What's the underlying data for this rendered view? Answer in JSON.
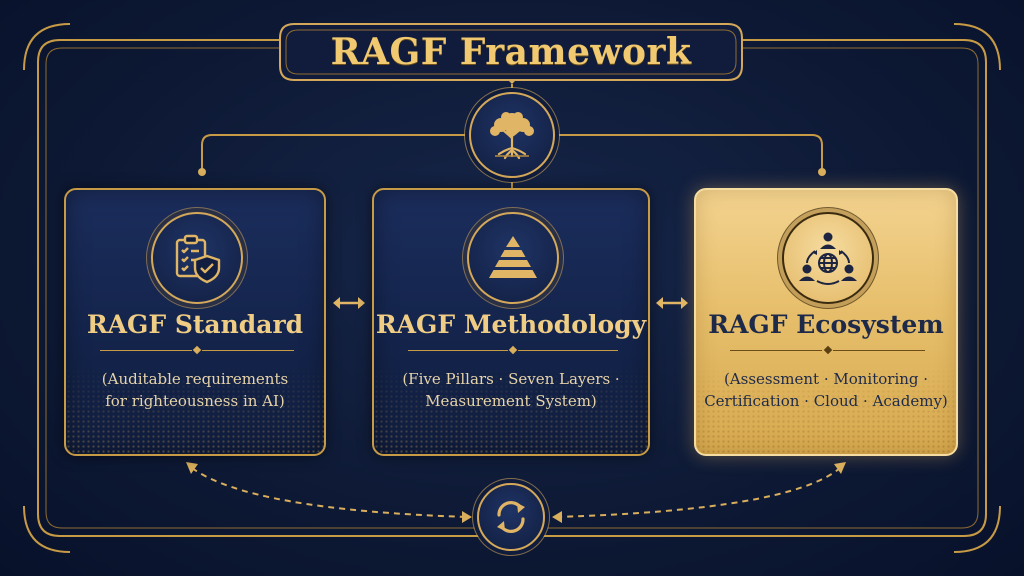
{
  "title": "RAGF Framework",
  "cards": [
    {
      "title": "RAGF Standard",
      "desc_line1": "(Auditable requirements",
      "desc_line2": "for righteousness in AI)",
      "icon": "clipboard-shield-icon",
      "highlighted": false
    },
    {
      "title": "RAGF Methodology",
      "desc_line1": "(Five Pillars · Seven Layers ·",
      "desc_line2": "Measurement System)",
      "icon": "pyramid-icon",
      "highlighted": false
    },
    {
      "title": "RAGF Ecosystem",
      "desc_line1": "(Assessment · Monitoring ·",
      "desc_line2": "Certification · Cloud · Academy)",
      "icon": "people-globe-network-icon",
      "highlighted": true
    }
  ],
  "top_icon": "tree-icon",
  "bottom_icon": "cycle-arrows-icon",
  "colors": {
    "background": "#0e1a36",
    "gold": "#d4a85a",
    "title_gold": "#f0c970",
    "highlight_card": "#e7bf6c"
  }
}
